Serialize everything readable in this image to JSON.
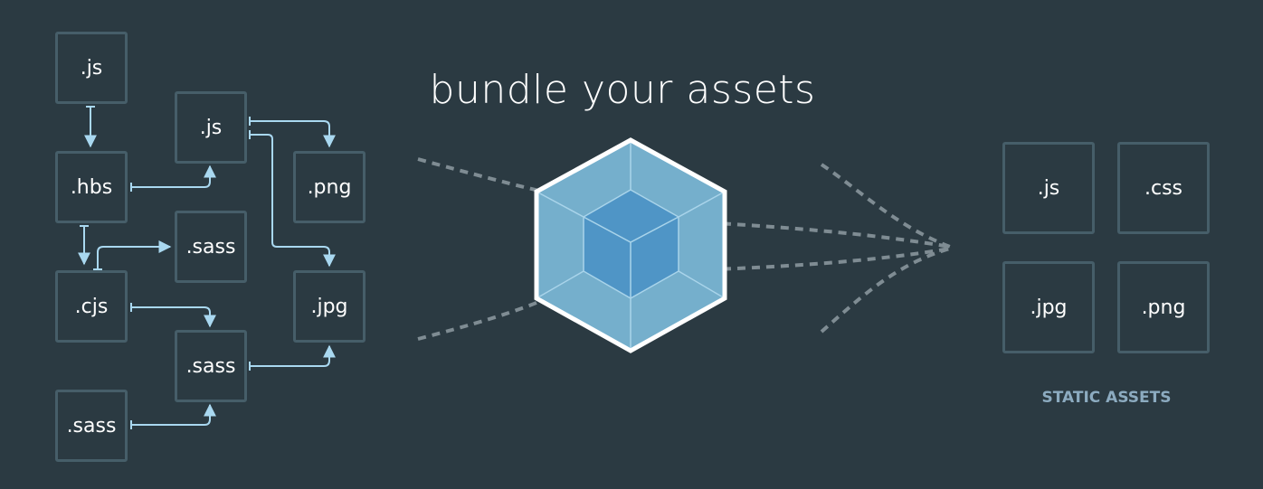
{
  "headline": "bundle your assets",
  "input_modules": {
    "js_a": ".js",
    "js_b": ".js",
    "hbs": ".hbs",
    "png": ".png",
    "sass_a": ".sass",
    "cjs": ".cjs",
    "jpg": ".jpg",
    "sass_b": ".sass",
    "sass_c": ".sass"
  },
  "output_assets": {
    "items": [
      ".js",
      ".css",
      ".jpg",
      ".png"
    ],
    "label": "STATIC ASSETS"
  },
  "colors": {
    "background": "#2b3a42",
    "box_border": "#465e69",
    "arrow": "#8ed6fb",
    "dashes": "#7f8c93",
    "cube_outer": "#8ed6fb",
    "cube_inner": "#1c78c0",
    "label": "#8cabc0"
  }
}
